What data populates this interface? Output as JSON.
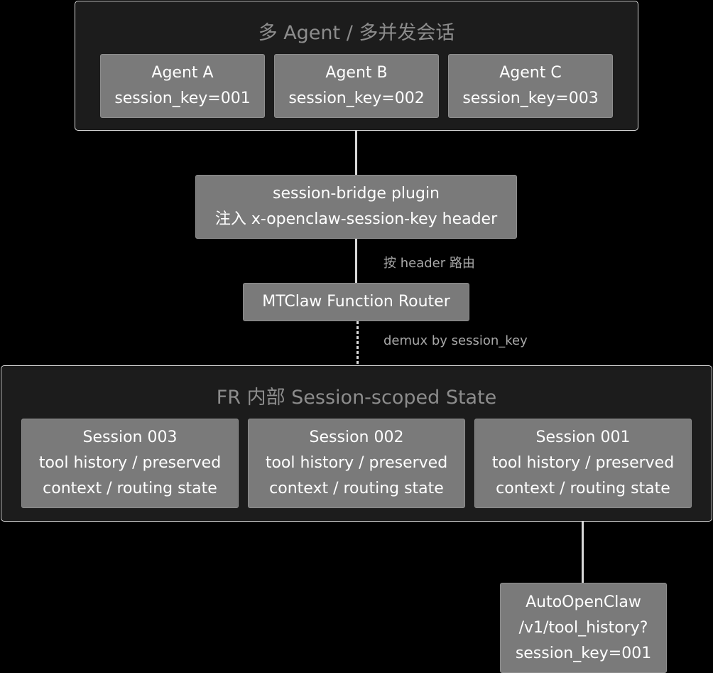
{
  "top_cluster": {
    "title": "多 Agent / 多并发会话",
    "agents": [
      {
        "name": "Agent A",
        "key": "session_key=001"
      },
      {
        "name": "Agent B",
        "key": "session_key=002"
      },
      {
        "name": "Agent C",
        "key": "session_key=003"
      }
    ]
  },
  "bridge": {
    "line1": "session-bridge plugin",
    "line2": "注入 x-openclaw-session-key header"
  },
  "edge_labels": {
    "route": "按 header 路由",
    "demux": "demux by session_key"
  },
  "router": {
    "label": "MTClaw Function Router"
  },
  "fr_cluster": {
    "title": "FR 内部 Session-scoped State",
    "sessions": [
      {
        "name": "Session 003",
        "line2": "tool history / preserved",
        "line3": "context / routing state"
      },
      {
        "name": "Session 002",
        "line2": "tool history / preserved",
        "line3": "context / routing state"
      },
      {
        "name": "Session 001",
        "line2": "tool history / preserved",
        "line3": "context / routing state"
      }
    ]
  },
  "auto": {
    "line1": "AutoOpenClaw",
    "line2": "/v1/tool_history?",
    "line3": "session_key=001"
  }
}
